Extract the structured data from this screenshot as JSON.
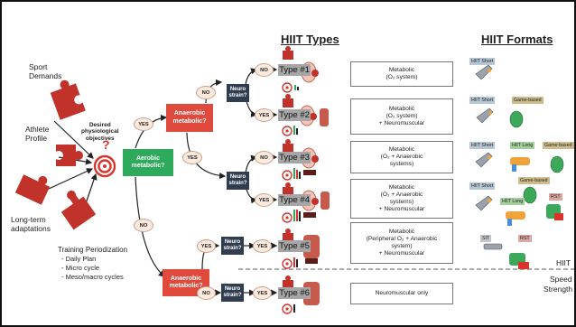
{
  "headers": {
    "types": "HIIT Types",
    "formats": "HIIT Formats"
  },
  "inputs": {
    "sport": "Sport\nDemands",
    "athlete": "Athlete\nProfile",
    "longterm": "Long-term\nadaptations",
    "desired": "Desired\nphysiological\nobjectives",
    "question": "?"
  },
  "periodization": {
    "title": "Training Periodization",
    "items": [
      "- Daily Plan",
      "- Micro cycle",
      "- Meso/macro cycles"
    ]
  },
  "decisions": {
    "aerobic": "Aerobic\nmetabolic?",
    "anaerobic_top": "Anaerobic\nmetabolic?",
    "anaerobic_bottom": "Anaerobic\nmetabolic?",
    "neuro": "Neuro\nstrain?"
  },
  "answers": {
    "yes": "YES",
    "no": "NO"
  },
  "types": [
    "Type #1",
    "Type #2",
    "Type #3",
    "Type #4",
    "Type #5",
    "Type #6"
  ],
  "descriptions": [
    "Metabolic\n(O₂ system)",
    "Metabolic\n(O₂ system)\n+ Neuromuscular",
    "Metabolic\n(O₂ + Anaerobic\nsystems)",
    "Metabolic\n(O₂ + Anaerobic\nsystems)\n+ Neuromuscular",
    "Metabolic\n(Peripheral O₂ + Anaerobic\nsystem)\n+ Neuromuscular",
    "Neuromuscular only"
  ],
  "format_tags": {
    "hiit_short": "HIIT Short",
    "hiit_long": "HIIT Long",
    "game_based": "Game-based",
    "rst": "RST",
    "sit": "SIT"
  },
  "side_labels": {
    "hiit": "HIIT",
    "speed": "Speed",
    "strength": "Strength"
  },
  "colors": {
    "red": "#e04a3c",
    "green": "#2daa5b",
    "navy": "#2f3d4f",
    "oval": "#fdeadf",
    "type_bg": "#a6a6a6"
  }
}
